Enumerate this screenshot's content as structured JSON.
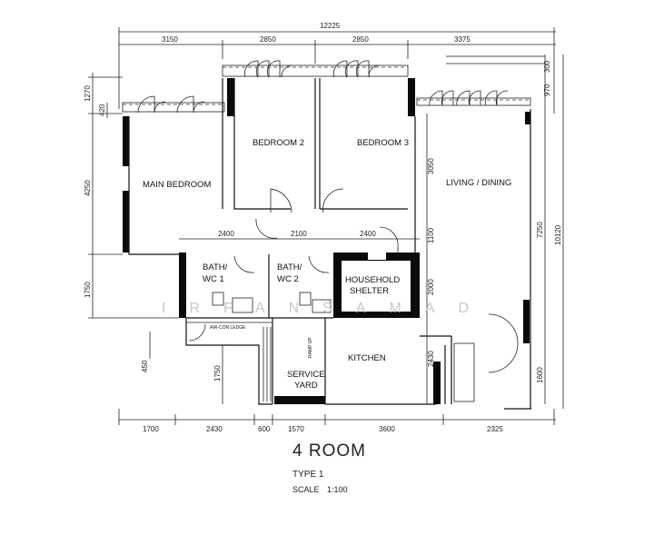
{
  "plan": {
    "title": "4 ROOM",
    "type": "TYPE 1",
    "scale_label": "SCALE",
    "scale_value": "1:100",
    "watermark": "IRFANSAMAD"
  },
  "rooms": {
    "main_bedroom": "MAIN BEDROOM",
    "bedroom2": "BEDROOM 2",
    "bedroom3": "BEDROOM 3",
    "living_dining": "LIVING / DINING",
    "bath1_a": "BATH/",
    "bath1_b": "WC 1",
    "bath2_a": "BATH/",
    "bath2_b": "WC 2",
    "shelter_a": "HOUSEHOLD",
    "shelter_b": "SHELTER",
    "kitchen": "KITCHEN",
    "yard_a": "SERVICE",
    "yard_b": "YARD",
    "aircon": "AIR-CON LEDGE",
    "ramp": "RAMP UP"
  },
  "dims": {
    "top_total": "12225",
    "top": [
      "3150",
      "2850",
      "2850",
      "3375"
    ],
    "bottom": [
      "1700",
      "2430",
      "600",
      "1570",
      "3600",
      "2325"
    ],
    "left": [
      "1270",
      "420",
      "4250",
      "1750",
      "450",
      "1750"
    ],
    "inner_h": [
      "2400",
      "2100",
      "2400"
    ],
    "inner_v": [
      "3050",
      "1100",
      "2000",
      "2430"
    ],
    "right": [
      "300",
      "970",
      "7250",
      "1600",
      "10120"
    ]
  }
}
